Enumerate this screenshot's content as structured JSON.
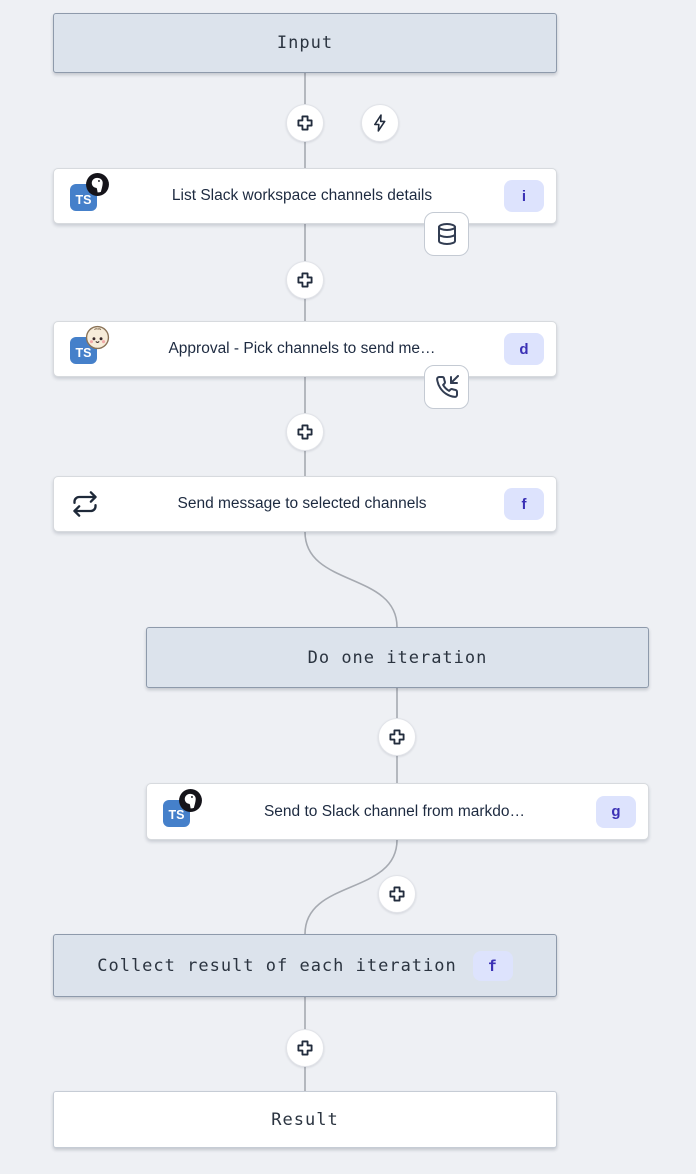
{
  "app": "flow-graph-editor",
  "colors": {
    "canvas_bg": "#eef0f4",
    "virtual_node_bg": "#dce3ec",
    "virtual_node_border": "#8e9aab",
    "step_node_bg": "#ffffff",
    "badge_bg": "#dde3fd",
    "badge_text": "#3b31b5",
    "typescript_blue": "#4580ca",
    "connector": "#a6aab1"
  },
  "nodes": {
    "input": {
      "label": "Input"
    },
    "list_channels": {
      "label": "List Slack workspace channels details",
      "badge": "i",
      "language_icon": "typescript-icon",
      "runtime_icon": "deno-icon",
      "corner_icon": "database-icon"
    },
    "approval": {
      "label": "Approval - Pick channels to send me…",
      "badge": "d",
      "language_icon": "typescript-icon",
      "runtime_icon": "bun-icon",
      "corner_icon": "phone-incoming-icon"
    },
    "forloop": {
      "label": "Send message to selected channels",
      "badge": "f",
      "icon": "repeat-icon"
    },
    "do_iteration": {
      "label": "Do one iteration"
    },
    "send_markdown": {
      "label": "Send to Slack channel from markdo…",
      "badge": "g",
      "language_icon": "typescript-icon",
      "runtime_icon": "deno-icon"
    },
    "collect": {
      "label": "Collect result of each iteration",
      "badge": "f"
    },
    "result": {
      "label": "Result"
    }
  },
  "buttons": {
    "add_step": {
      "icon": "plus-icon",
      "count": 6
    },
    "add_trigger": {
      "icon": "zap-icon"
    }
  }
}
